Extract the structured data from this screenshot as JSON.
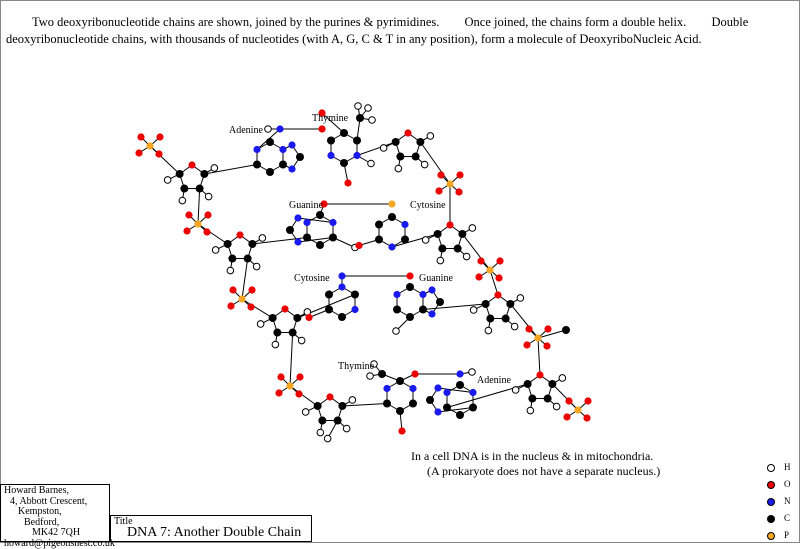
{
  "intro": {
    "sentence1": "Two deoxyribonucleotide chains are shown, joined by the purines & pyrimidines.",
    "sentence2": "Once joined, the chains form a double helix.",
    "sentence3": "Double deoxyribonucleotide chains, with thousands of nucleotides (with A, G, C & T in any position), form a molecule of DeoxyriboNucleic Acid."
  },
  "base_labels": {
    "adenine_top": "Adenine",
    "thymine_top": "Thymine",
    "guanine_upper": "Guanine",
    "cytosine_upper": "Cytosine",
    "cytosine_lower": "Cytosine",
    "guanine_lower": "Guanine",
    "thymine_bottom": "Thymine",
    "adenine_bottom": "Adenine"
  },
  "notes": {
    "line1": "In a cell DNA is in the nucleus & in mitochondria.",
    "line2": "(A prokaryote does not have a separate nucleus.)"
  },
  "legend": [
    {
      "symbol": "H",
      "color": "#ffffff"
    },
    {
      "symbol": "O",
      "color": "#ee0000"
    },
    {
      "symbol": "N",
      "color": "#1a1aee"
    },
    {
      "symbol": "C",
      "color": "#000000"
    },
    {
      "symbol": "P",
      "color": "#f5a623"
    }
  ],
  "author": {
    "name": "Howard Barnes,",
    "street": "4, Abbott Crescent,",
    "town": "Kempston,",
    "city": "Bedford,",
    "postcode": "MK42   7QH",
    "email": "howard@pigeonsnest.co.uk"
  },
  "title_box": {
    "caption": "Title",
    "title": "DNA 7: Another Double Chain"
  }
}
